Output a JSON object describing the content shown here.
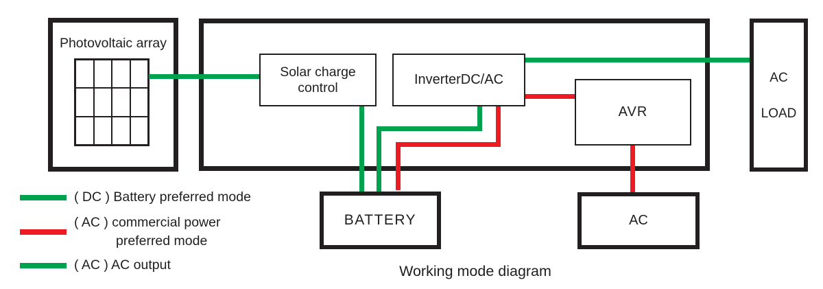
{
  "colors": {
    "outline": "#231f20",
    "dc_green": "#00a24e",
    "ac_red": "#ec1c24"
  },
  "diagram": {
    "caption": "Working mode diagram",
    "boxes": {
      "photovoltaic": {
        "label": "Photovoltaic array"
      },
      "solar_charge": {
        "label": "Solar charge control"
      },
      "inverter": {
        "label": "InverterDC/AC"
      },
      "avr": {
        "label": "AVR"
      },
      "battery": {
        "label": "BATTERY"
      },
      "ac_source": {
        "label": "AC"
      },
      "ac_load": {
        "line1": "AC",
        "line2": "LOAD"
      }
    },
    "legend": {
      "rows": [
        {
          "swatch_color": "dc_green",
          "label": "( DC ) Battery preferred mode"
        },
        {
          "swatch_color": "ac_red",
          "label_line1": "( AC ) commercial power",
          "label_line2": "preferred mode"
        },
        {
          "swatch_color": "dc_green",
          "label": "( AC ) AC output"
        }
      ]
    },
    "connections": [
      {
        "from": "Photovoltaic array",
        "to": "Solar charge control",
        "mode": "DC",
        "color": "dc_green"
      },
      {
        "from": "Solar charge control",
        "to": "BATTERY",
        "mode": "DC",
        "color": "dc_green"
      },
      {
        "from": "InverterDC/AC",
        "to": "BATTERY",
        "mode": "DC",
        "color": "dc_green"
      },
      {
        "from": "InverterDC/AC",
        "to": "BATTERY",
        "mode": "AC",
        "color": "ac_red"
      },
      {
        "from": "InverterDC/AC",
        "to": "AVR",
        "mode": "AC",
        "color": "ac_red"
      },
      {
        "from": "AVR",
        "to": "AC",
        "mode": "AC",
        "color": "ac_red"
      },
      {
        "from": "InverterDC/AC",
        "to": "AC LOAD",
        "mode": "AC output",
        "color": "dc_green"
      }
    ]
  }
}
